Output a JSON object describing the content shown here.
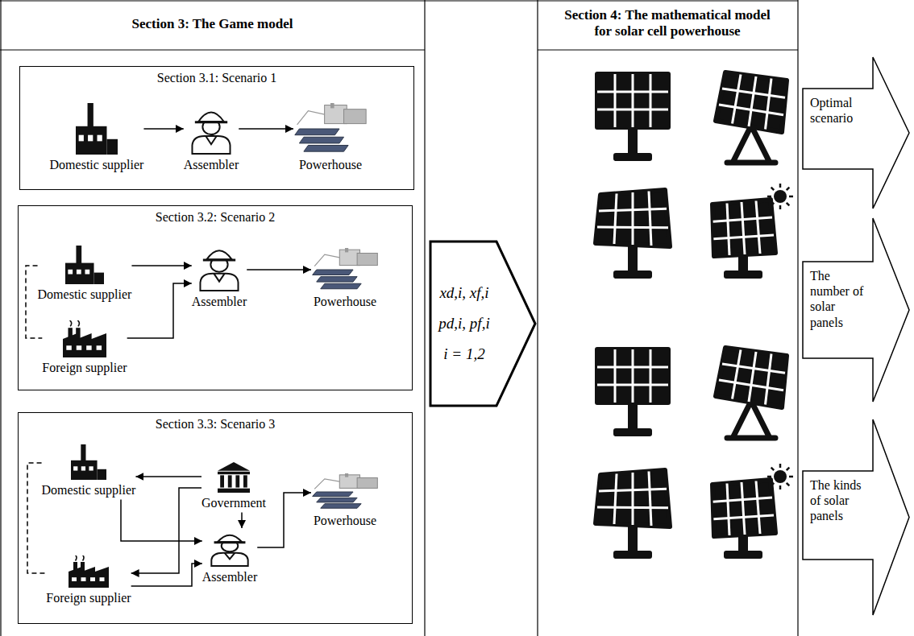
{
  "diagram": {
    "nodes": [
      {
        "text": [
          "Section 3.1: Scenario 1"
        ]
      },
      {
        "text": [
          "Domestic supplier"
        ],
        "in": 0
      },
      {
        "text": [
          "Assembler"
        ],
        "in": 0
      },
      {
        "text": [
          "Powerhouse"
        ],
        "in": 0
      },
      {
        "text": [
          "Section 3.2: Scenario 2"
        ]
      },
      {
        "text": [
          "Domestic supplier"
        ],
        "in": 4
      },
      {
        "text": [
          "Foreign supplier"
        ],
        "in": 4
      },
      {
        "text": [
          "Assembler"
        ],
        "in": 4
      },
      {
        "text": [
          "Powerhouse"
        ],
        "in": 4
      },
      {
        "text": [
          "Section 3.3: Scenario 3"
        ]
      },
      {
        "text": [
          "Domestic supplier"
        ],
        "in": 9
      },
      {
        "text": [
          "Government"
        ],
        "in": 9
      },
      {
        "text": [
          "Foreign supplier"
        ],
        "in": 9
      },
      {
        "text": [
          "Assembler"
        ],
        "in": 9
      },
      {
        "text": [
          "Powerhouse"
        ],
        "in": 9
      },
      {
        "text": [
          "xd,i, xf,i",
          "pd,i, pf,i",
          "i = 1,2"
        ]
      },
      {
        "text": [
          "Optimal scenario"
        ]
      },
      {
        "text": [
          "The number of solar panels"
        ]
      },
      {
        "text": [
          "The kinds of solar panels"
        ]
      }
    ],
    "edges": [
      {
        "from": 1,
        "to": 2,
        "arrow": "to"
      },
      {
        "from": 2,
        "to": 3,
        "arrow": "to"
      },
      {
        "from": 5,
        "to": 7,
        "arrow": "to"
      },
      {
        "from": 6,
        "to": 7,
        "arrow": "to"
      },
      {
        "from": 7,
        "to": 8,
        "arrow": "to"
      },
      {
        "from": 5,
        "to": 6,
        "arrow": "none"
      },
      {
        "from": 11,
        "to": 10,
        "arrow": "to"
      },
      {
        "from": 11,
        "to": 13,
        "arrow": "to"
      },
      {
        "from": 11,
        "to": 12,
        "arrow": "to"
      },
      {
        "from": 10,
        "to": 13,
        "arrow": "to"
      },
      {
        "from": 12,
        "to": 13,
        "arrow": "to"
      },
      {
        "from": 13,
        "to": 14,
        "arrow": "to"
      },
      {
        "from": 10,
        "to": 12,
        "arrow": "none"
      }
    ],
    "labels": [
      "Section 3: The Game model",
      "Section 4: The mathematical model for solar cell powerhouse"
    ]
  }
}
